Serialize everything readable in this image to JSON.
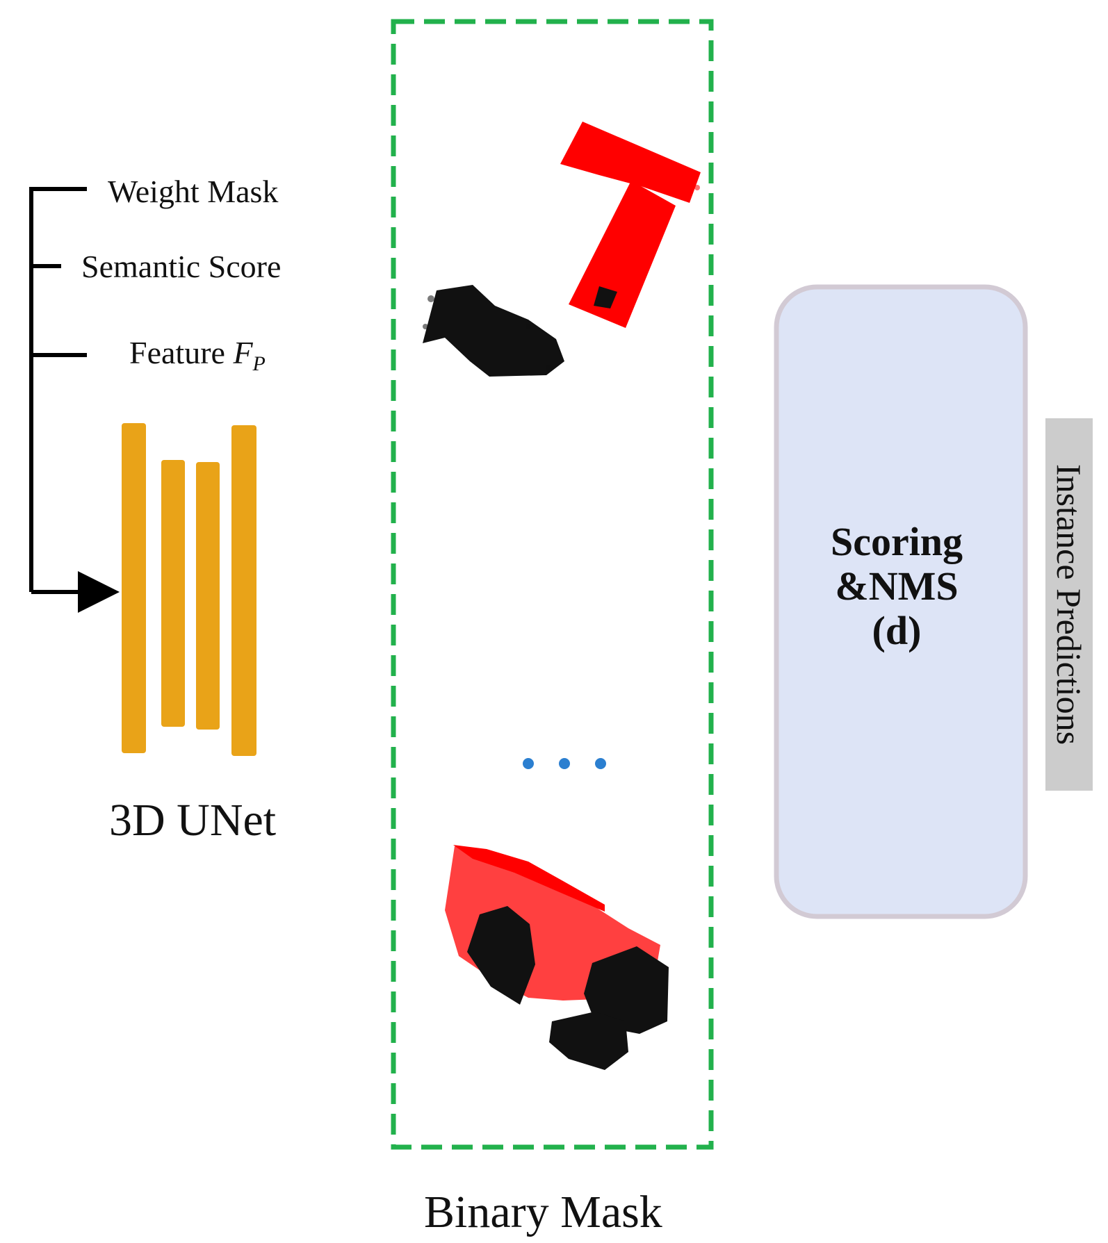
{
  "inputs": {
    "weight_mask": "Weight Mask",
    "semantic_score": "Semantic Score",
    "feature": "Feature",
    "feature_symbol": "F",
    "feature_subscript": "P"
  },
  "backbone": {
    "label": "3D UNet",
    "bar_color": "#E9A318"
  },
  "binary_mask": {
    "label": "Binary Mask",
    "border_color": "#22B14C",
    "ellipsis_color": "#2B7FD0",
    "point_colors": [
      "#FF0000",
      "#111111"
    ]
  },
  "scoring": {
    "line1": "Scoring",
    "line2": "&NMS",
    "line3": "(d)",
    "fill_color": "#DDE4F6",
    "border_color": "#D2CAD4"
  },
  "output": {
    "label": "Instance Predictions"
  }
}
